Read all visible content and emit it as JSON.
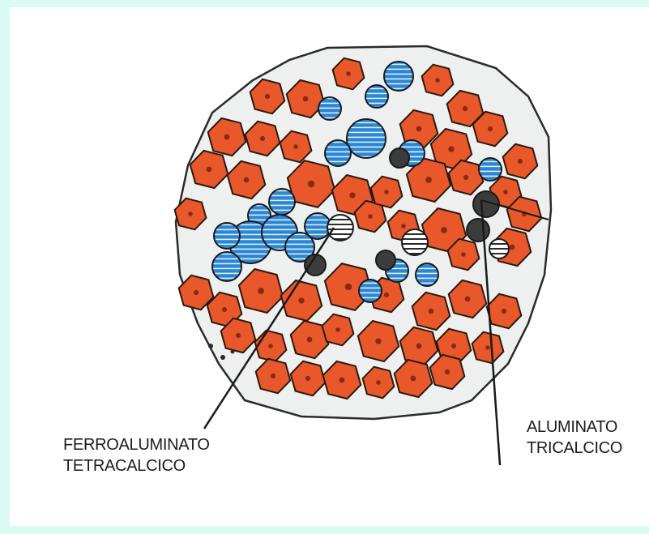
{
  "labels": {
    "ferroaluminate": {
      "line1": "FERROALUMINATO",
      "line2": "TETRACALCICO"
    },
    "aluminate": {
      "line1": "ALUMINATO",
      "line2": "TRICALCICO"
    }
  },
  "colors": {
    "frame": "#d9fbf3",
    "paper": "#ffffff",
    "orange": "#e8582a",
    "orange_dark": "#8a2a10",
    "blue": "#2b86d4",
    "dark_grain": "#3c3c3c",
    "matrix": "#eef0f0"
  }
}
